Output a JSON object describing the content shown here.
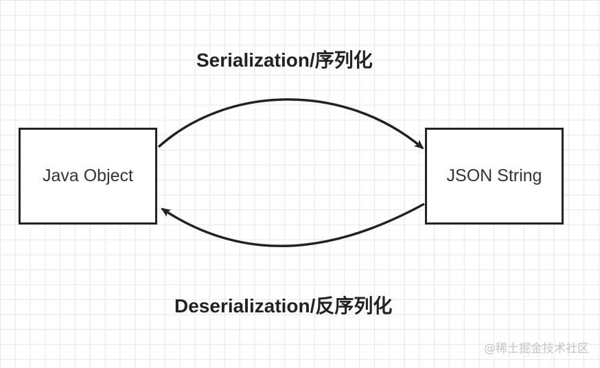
{
  "nodes": {
    "java_object": "Java Object",
    "json_string": "JSON String"
  },
  "edges": {
    "serialization": "Serialization/序列化",
    "deserialization": "Deserialization/反序列化"
  },
  "watermark": "@稀土掘金技术社区",
  "colors": {
    "stroke": "#222222",
    "grid": "#e6e6e6",
    "watermark": "#c4c4c4"
  }
}
